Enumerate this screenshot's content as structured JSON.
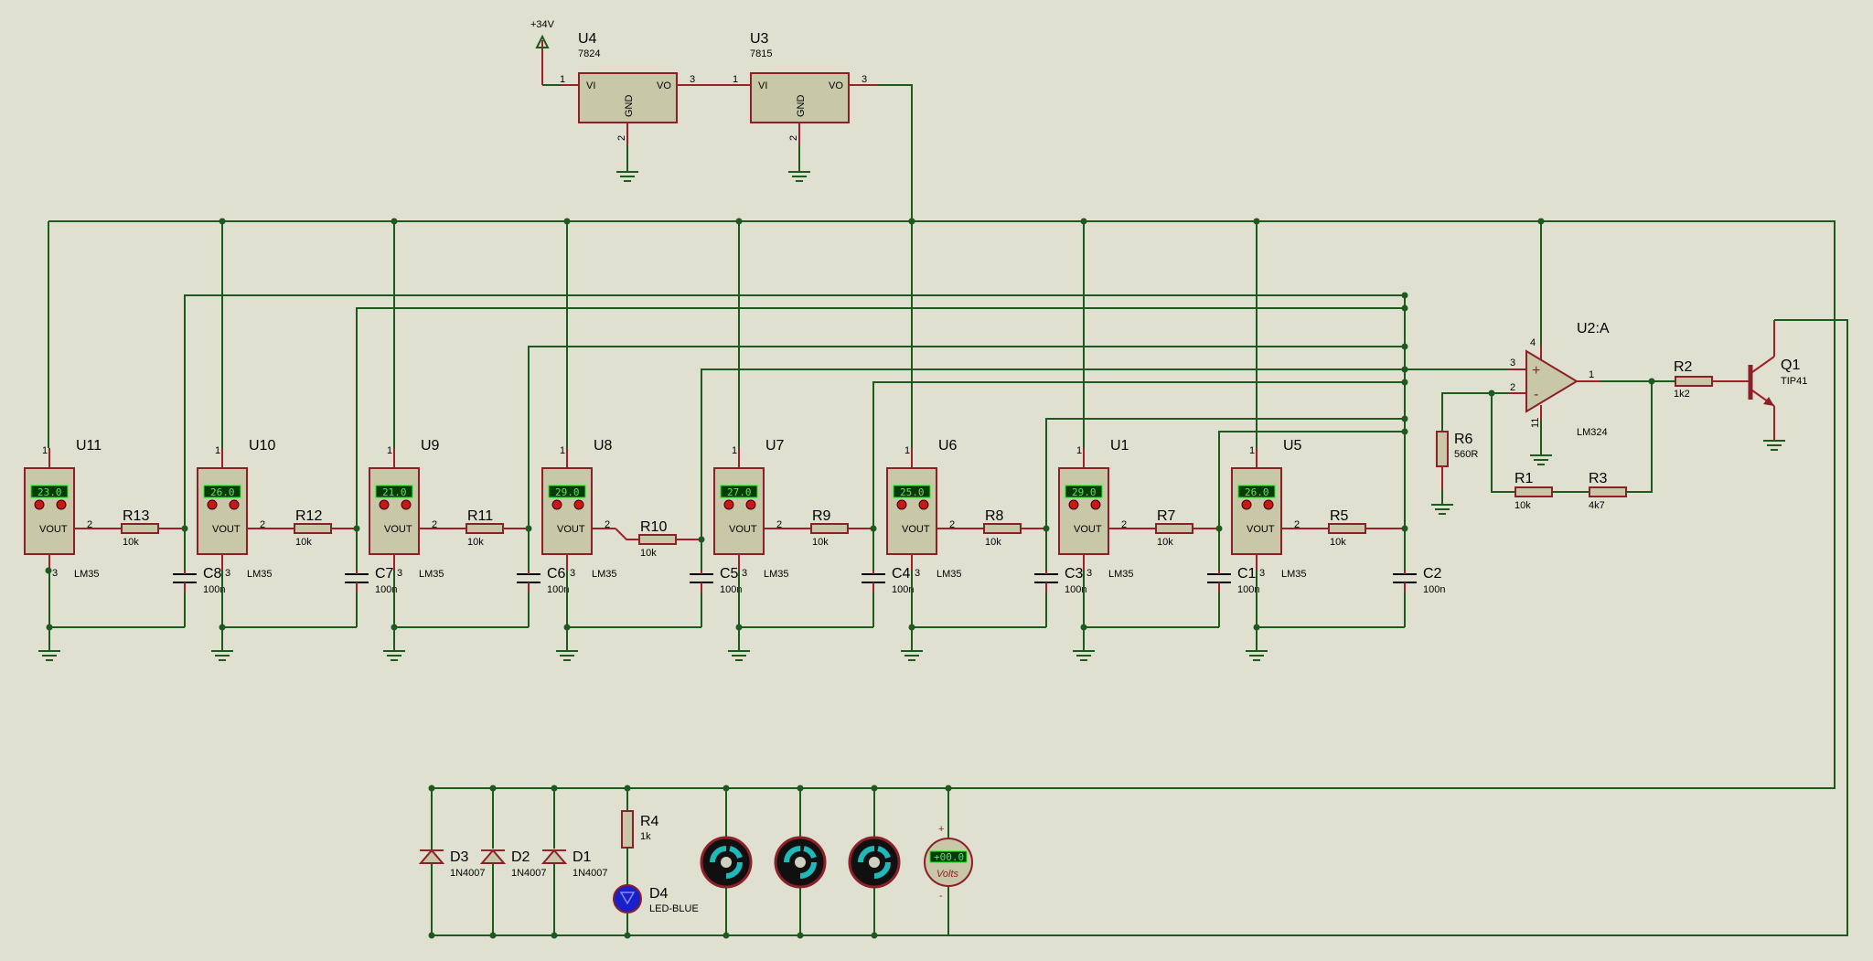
{
  "supply": {
    "label": "+34V"
  },
  "regulators": [
    {
      "ref": "U4",
      "part": "7824",
      "vi": "VI",
      "vo": "VO",
      "gnd": "GND",
      "pin_in": "1",
      "pin_out": "3",
      "pin_gnd": "2"
    },
    {
      "ref": "U3",
      "part": "7815",
      "vi": "VI",
      "vo": "VO",
      "gnd": "GND",
      "pin_in": "1",
      "pin_out": "3",
      "pin_gnd": "2"
    }
  ],
  "sensors": [
    {
      "ref": "U11",
      "reading": "23.0",
      "part": "LM35",
      "pin_label": "VOUT",
      "p1": "1",
      "p2": "2",
      "p3": "3"
    },
    {
      "ref": "U10",
      "reading": "26.0",
      "part": "LM35",
      "pin_label": "VOUT",
      "p1": "1",
      "p2": "2",
      "p3": "3"
    },
    {
      "ref": "U9",
      "reading": "21.0",
      "part": "LM35",
      "pin_label": "VOUT",
      "p1": "1",
      "p2": "2",
      "p3": "3"
    },
    {
      "ref": "U8",
      "reading": "29.0",
      "part": "LM35",
      "pin_label": "VOUT",
      "p1": "1",
      "p2": "2",
      "p3": "3"
    },
    {
      "ref": "U7",
      "reading": "27.0",
      "part": "LM35",
      "pin_label": "VOUT",
      "p1": "1",
      "p2": "2",
      "p3": "3"
    },
    {
      "ref": "U6",
      "reading": "25.0",
      "part": "LM35",
      "pin_label": "VOUT",
      "p1": "1",
      "p2": "2",
      "p3": "3"
    },
    {
      "ref": "U1",
      "reading": "29.0",
      "part": "LM35",
      "pin_label": "VOUT",
      "p1": "1",
      "p2": "2",
      "p3": "3"
    },
    {
      "ref": "U5",
      "reading": "26.0",
      "part": "LM35",
      "pin_label": "VOUT",
      "p1": "1",
      "p2": "2",
      "p3": "3"
    }
  ],
  "resistors_row": [
    {
      "ref": "R13",
      "value": "10k"
    },
    {
      "ref": "R12",
      "value": "10k"
    },
    {
      "ref": "R11",
      "value": "10k"
    },
    {
      "ref": "R10",
      "value": "10k"
    },
    {
      "ref": "R9",
      "value": "10k"
    },
    {
      "ref": "R8",
      "value": "10k"
    },
    {
      "ref": "R7",
      "value": "10k"
    },
    {
      "ref": "R5",
      "value": "10k"
    }
  ],
  "capacitors": [
    {
      "ref": "C8",
      "value": "100n"
    },
    {
      "ref": "C7",
      "value": "100n"
    },
    {
      "ref": "C6",
      "value": "100n"
    },
    {
      "ref": "C5",
      "value": "100n"
    },
    {
      "ref": "C4",
      "value": "100n"
    },
    {
      "ref": "C3",
      "value": "100n"
    },
    {
      "ref": "C1",
      "value": "100n"
    },
    {
      "ref": "C2",
      "value": "100n"
    }
  ],
  "opamp": {
    "ref": "U2:A",
    "part": "LM324",
    "pin_plus": "3",
    "pin_minus": "2",
    "pin_out": "1",
    "pin_vcc": "4",
    "pin_vee": "11",
    "plus": "+",
    "minus": "-"
  },
  "feedback": [
    {
      "ref": "R6",
      "value": "560R"
    },
    {
      "ref": "R1",
      "value": "10k"
    },
    {
      "ref": "R3",
      "value": "4k7"
    },
    {
      "ref": "R2",
      "value": "1k2"
    }
  ],
  "transistor": {
    "ref": "Q1",
    "part": "TIP41"
  },
  "diodes": [
    {
      "ref": "D3",
      "part": "1N4007"
    },
    {
      "ref": "D2",
      "part": "1N4007"
    },
    {
      "ref": "D1",
      "part": "1N4007"
    }
  ],
  "r4": {
    "ref": "R4",
    "value": "1k"
  },
  "led": {
    "ref": "D4",
    "part": "LED-BLUE"
  },
  "voltmeter": {
    "reading": "+00.0",
    "unit": "Volts",
    "plus": "+",
    "minus": "-"
  },
  "colors": {
    "wire": "#1e5a1e",
    "component_outline": "#8c2028",
    "component_fill": "#c8c8a8",
    "background": "#e0e0d1",
    "lcd": "#5fe05f",
    "fan": "#20b8b8"
  }
}
